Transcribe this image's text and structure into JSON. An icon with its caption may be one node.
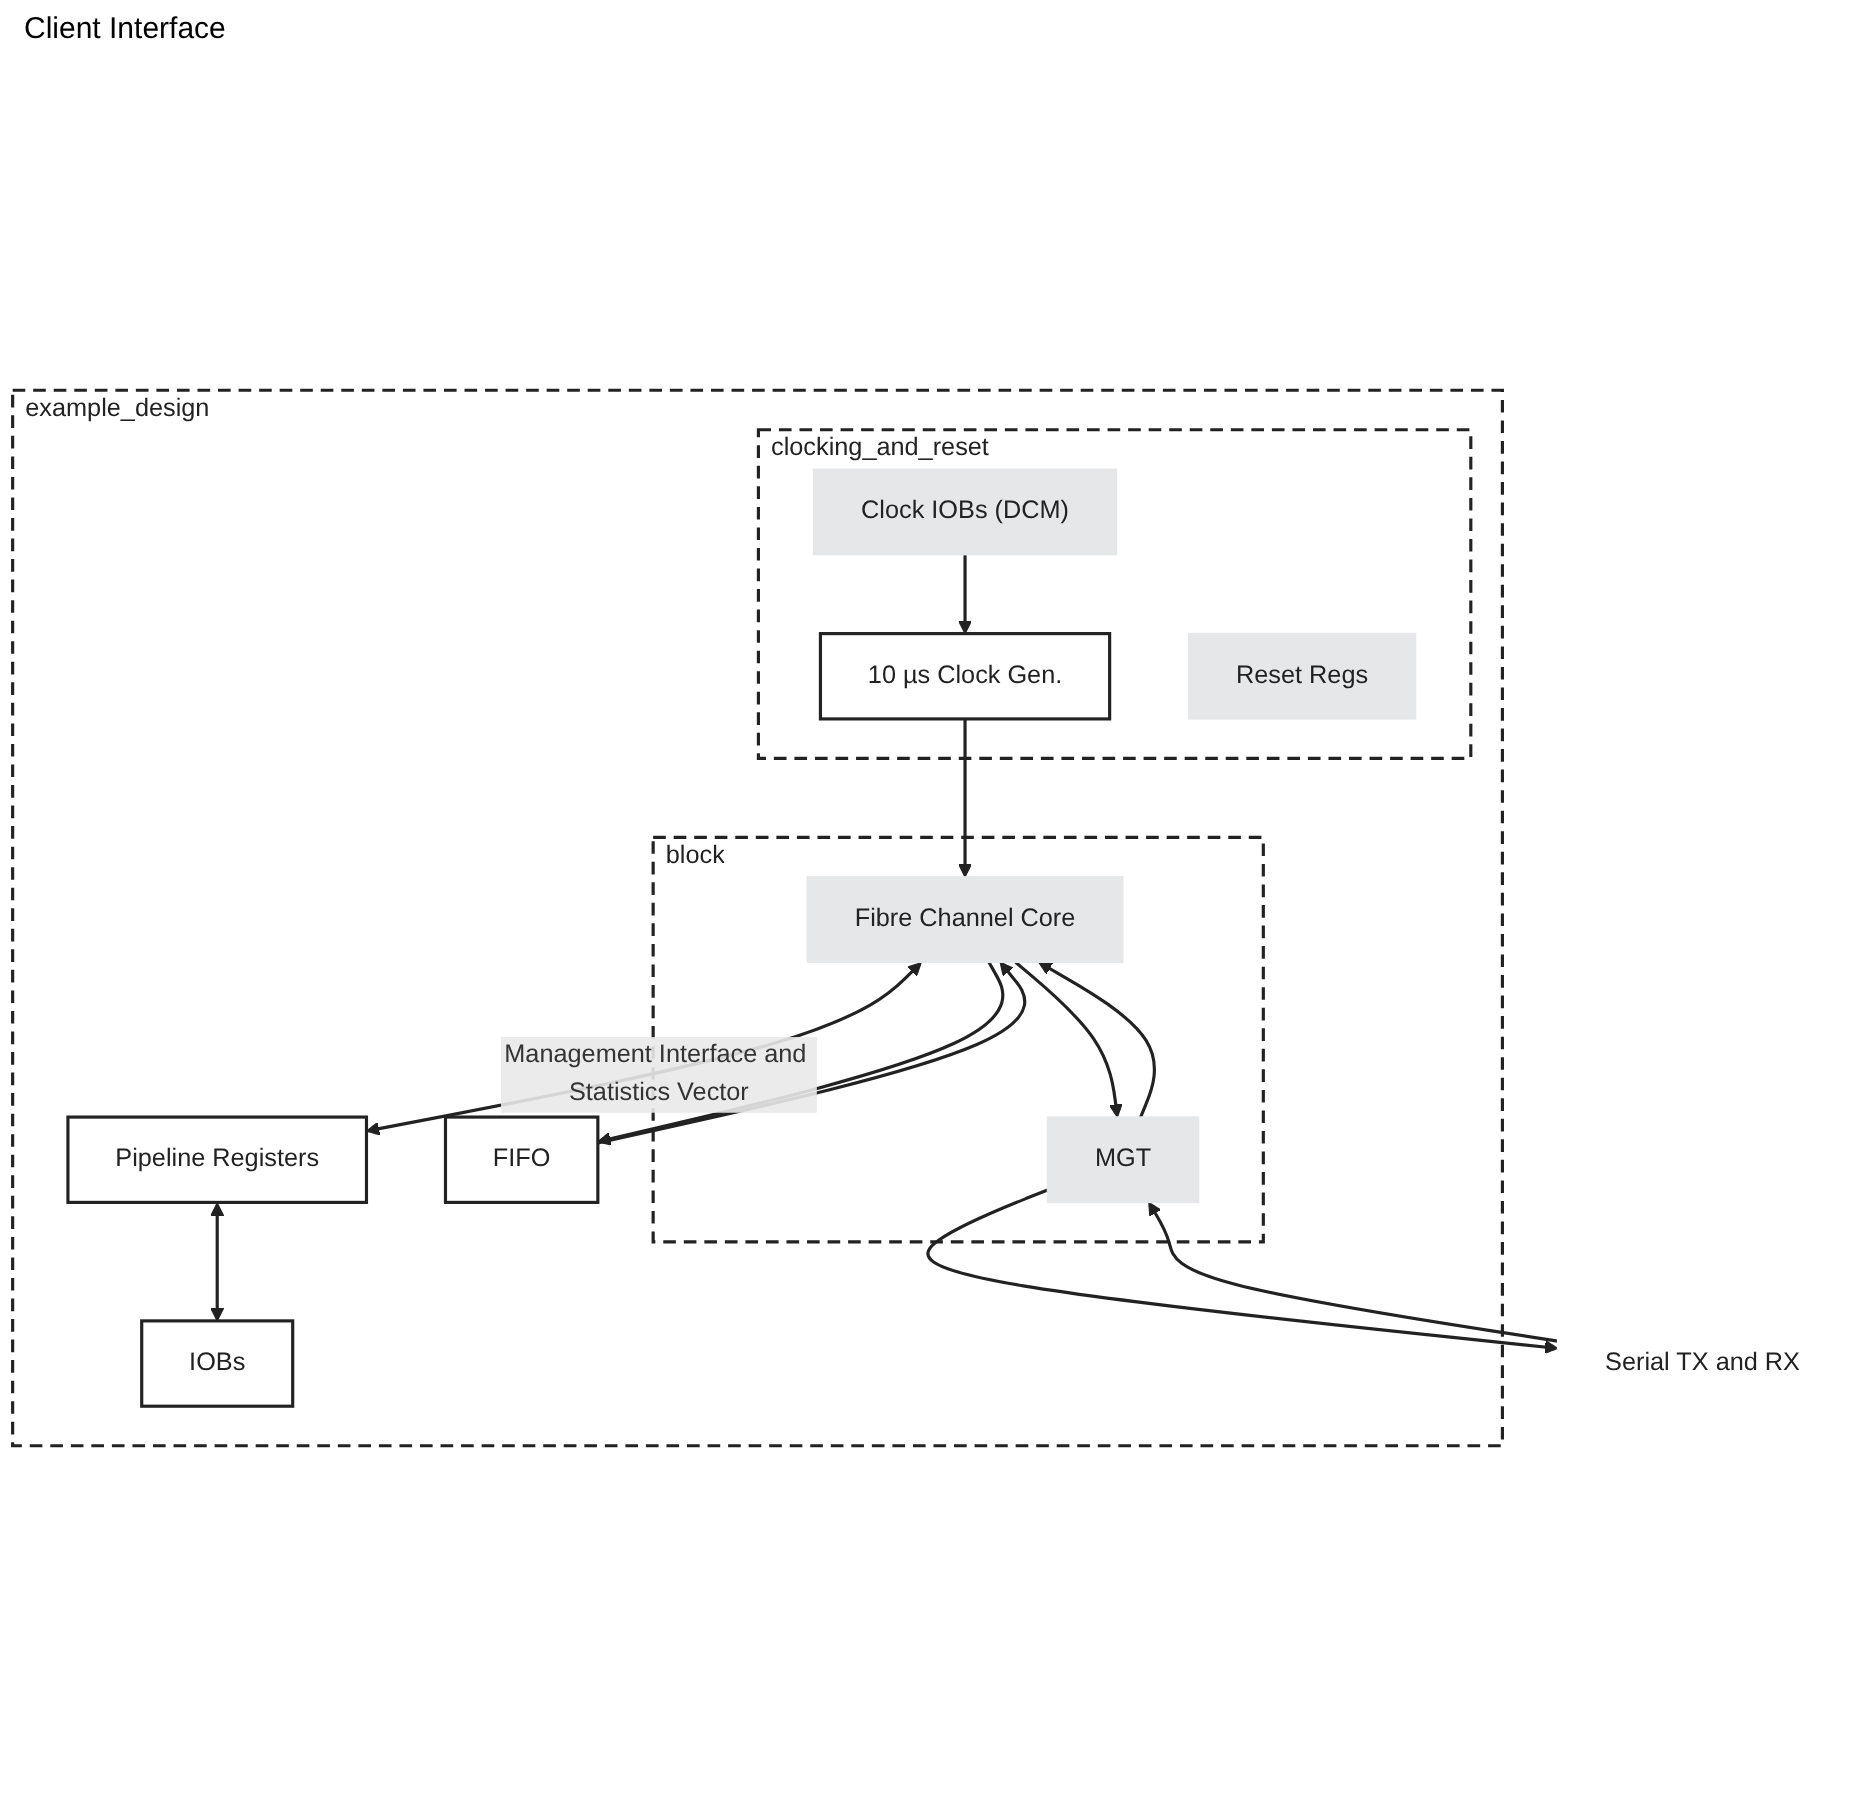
{
  "diagram": {
    "nodes": [
      {
        "text": [
          "example_design"
        ]
      },
      {
        "text": [
          "clocking_and_reset"
        ],
        "in": 0
      },
      {
        "text": [
          "Clock IOBs (DCM)"
        ],
        "in": 1
      },
      {
        "text": [
          "10 µs Clock Gen."
        ],
        "in": 1
      },
      {
        "text": [
          "Reset Regs"
        ],
        "in": 1
      },
      {
        "text": [
          "block"
        ],
        "in": 0
      },
      {
        "text": [
          "MGT"
        ],
        "in": 5
      },
      {
        "text": [
          "Fibre Channel Core"
        ],
        "in": 5
      },
      {
        "text": [
          "FIFO"
        ],
        "in": 0
      },
      {
        "text": [
          "Pipeline Registers"
        ],
        "in": 0
      },
      {
        "text": [
          "IOBs"
        ],
        "in": 0
      },
      {
        "text": [
          "Serial TX and RX"
        ]
      }
    ],
    "edges": [
      {
        "from": 2,
        "to": 3,
        "arrow": "to"
      },
      {
        "from": 3,
        "to": 7,
        "arrow": "to"
      },
      {
        "from": 7,
        "to": 6,
        "arrow": "to"
      },
      {
        "from": 6,
        "to": 11,
        "arrow": "to"
      },
      {
        "from": 11,
        "to": 6,
        "arrow": "to"
      },
      {
        "from": 6,
        "to": 7,
        "arrow": "to"
      },
      {
        "from": 8,
        "to": 7,
        "arrow": "to"
      },
      {
        "from": 7,
        "to": 8,
        "arrow": "to"
      },
      {
        "from": 7,
        "to": 9,
        "arrow": "both",
        "label": "Management Interface and Statistics Vector"
      },
      {
        "from": 9,
        "to": 10,
        "arrow": "both"
      }
    ],
    "labels": [
      "Client Interface"
    ]
  }
}
